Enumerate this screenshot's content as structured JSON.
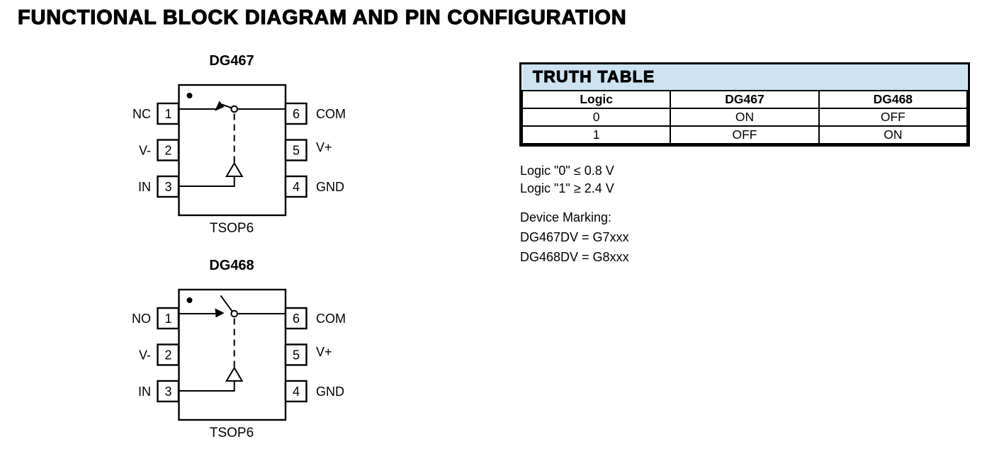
{
  "page_title": "FUNCTIONAL BLOCK DIAGRAM AND PIN CONFIGURATION",
  "diagrams": [
    {
      "name": "DG467",
      "package": "TSOP6",
      "switch_state": "normally-closed",
      "pins_left": [
        {
          "number": "1",
          "label": "NC"
        },
        {
          "number": "2",
          "label": "V-"
        },
        {
          "number": "3",
          "label": "IN"
        }
      ],
      "pins_right": [
        {
          "number": "6",
          "label": "COM"
        },
        {
          "number": "5",
          "label": "V+"
        },
        {
          "number": "4",
          "label": "GND"
        }
      ]
    },
    {
      "name": "DG468",
      "package": "TSOP6",
      "switch_state": "normally-open",
      "pins_left": [
        {
          "number": "1",
          "label": "NO"
        },
        {
          "number": "2",
          "label": "V-"
        },
        {
          "number": "3",
          "label": "IN"
        }
      ],
      "pins_right": [
        {
          "number": "6",
          "label": "COM"
        },
        {
          "number": "5",
          "label": "V+"
        },
        {
          "number": "4",
          "label": "GND"
        }
      ]
    }
  ],
  "truth_table": {
    "title": "TRUTH TABLE",
    "columns": [
      "Logic",
      "DG467",
      "DG468"
    ],
    "rows": [
      [
        "0",
        "ON",
        "OFF"
      ],
      [
        "1",
        "OFF",
        "ON"
      ]
    ]
  },
  "notes": {
    "logic_low": "Logic \"0\" ≤ 0.8 V",
    "logic_high": "Logic \"1\" ≥ 2.4 V",
    "device_marking_heading": "Device Marking:",
    "markings": [
      "DG467DV = G7xxx",
      "DG468DV = G8xxx"
    ]
  },
  "colors": {
    "table_header_bg": "#cde3f1",
    "ink": "#000000"
  }
}
